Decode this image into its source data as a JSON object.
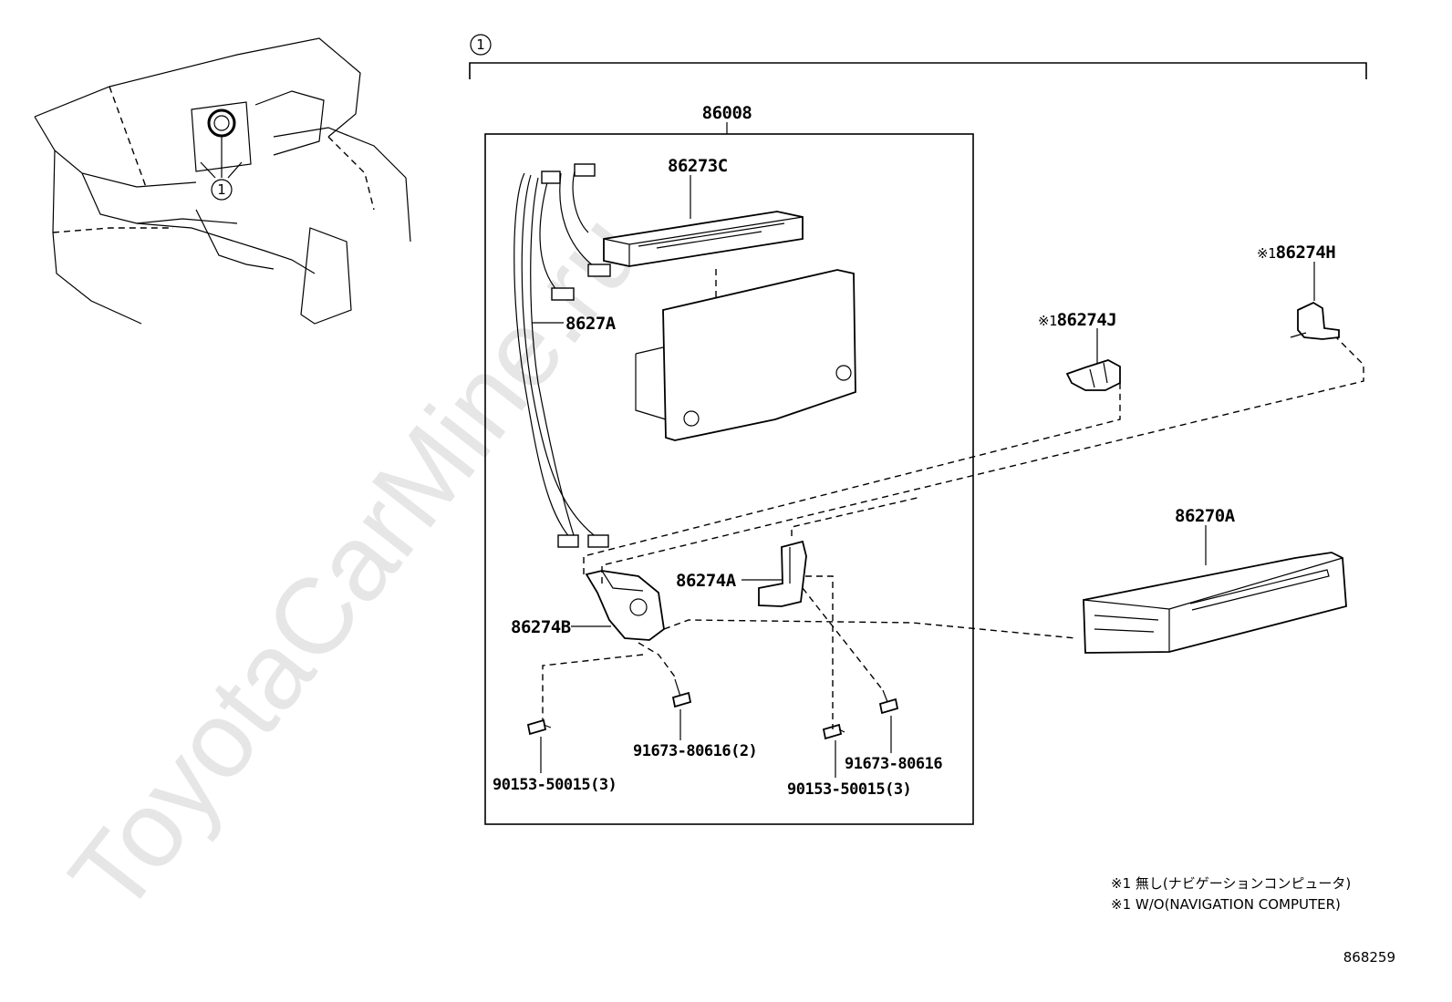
{
  "watermark": "ToyotaCarMine.ru",
  "callout": {
    "marker": "1"
  },
  "parts": {
    "p86008": "86008",
    "p86273C": "86273C",
    "p8627A": "8627A",
    "p86274A": "86274A",
    "p86274B": "86274B",
    "p86270A": "86270A",
    "p86274J": "86274J",
    "p86274H": "86274H",
    "p86274J_prefix": "※1",
    "p86274H_prefix": "※1",
    "screw_91673_2": "91673-80616(2)",
    "screw_91673": "91673-80616",
    "screw_90153_left": "90153-50015(3)",
    "screw_90153_right": "90153-50015(3)"
  },
  "notes": {
    "line1": "※1 無し(ナビゲーションコンピュータ)",
    "line2": "※1 W/O(NAVIGATION COMPUTER)"
  },
  "figure_ref": "868259"
}
